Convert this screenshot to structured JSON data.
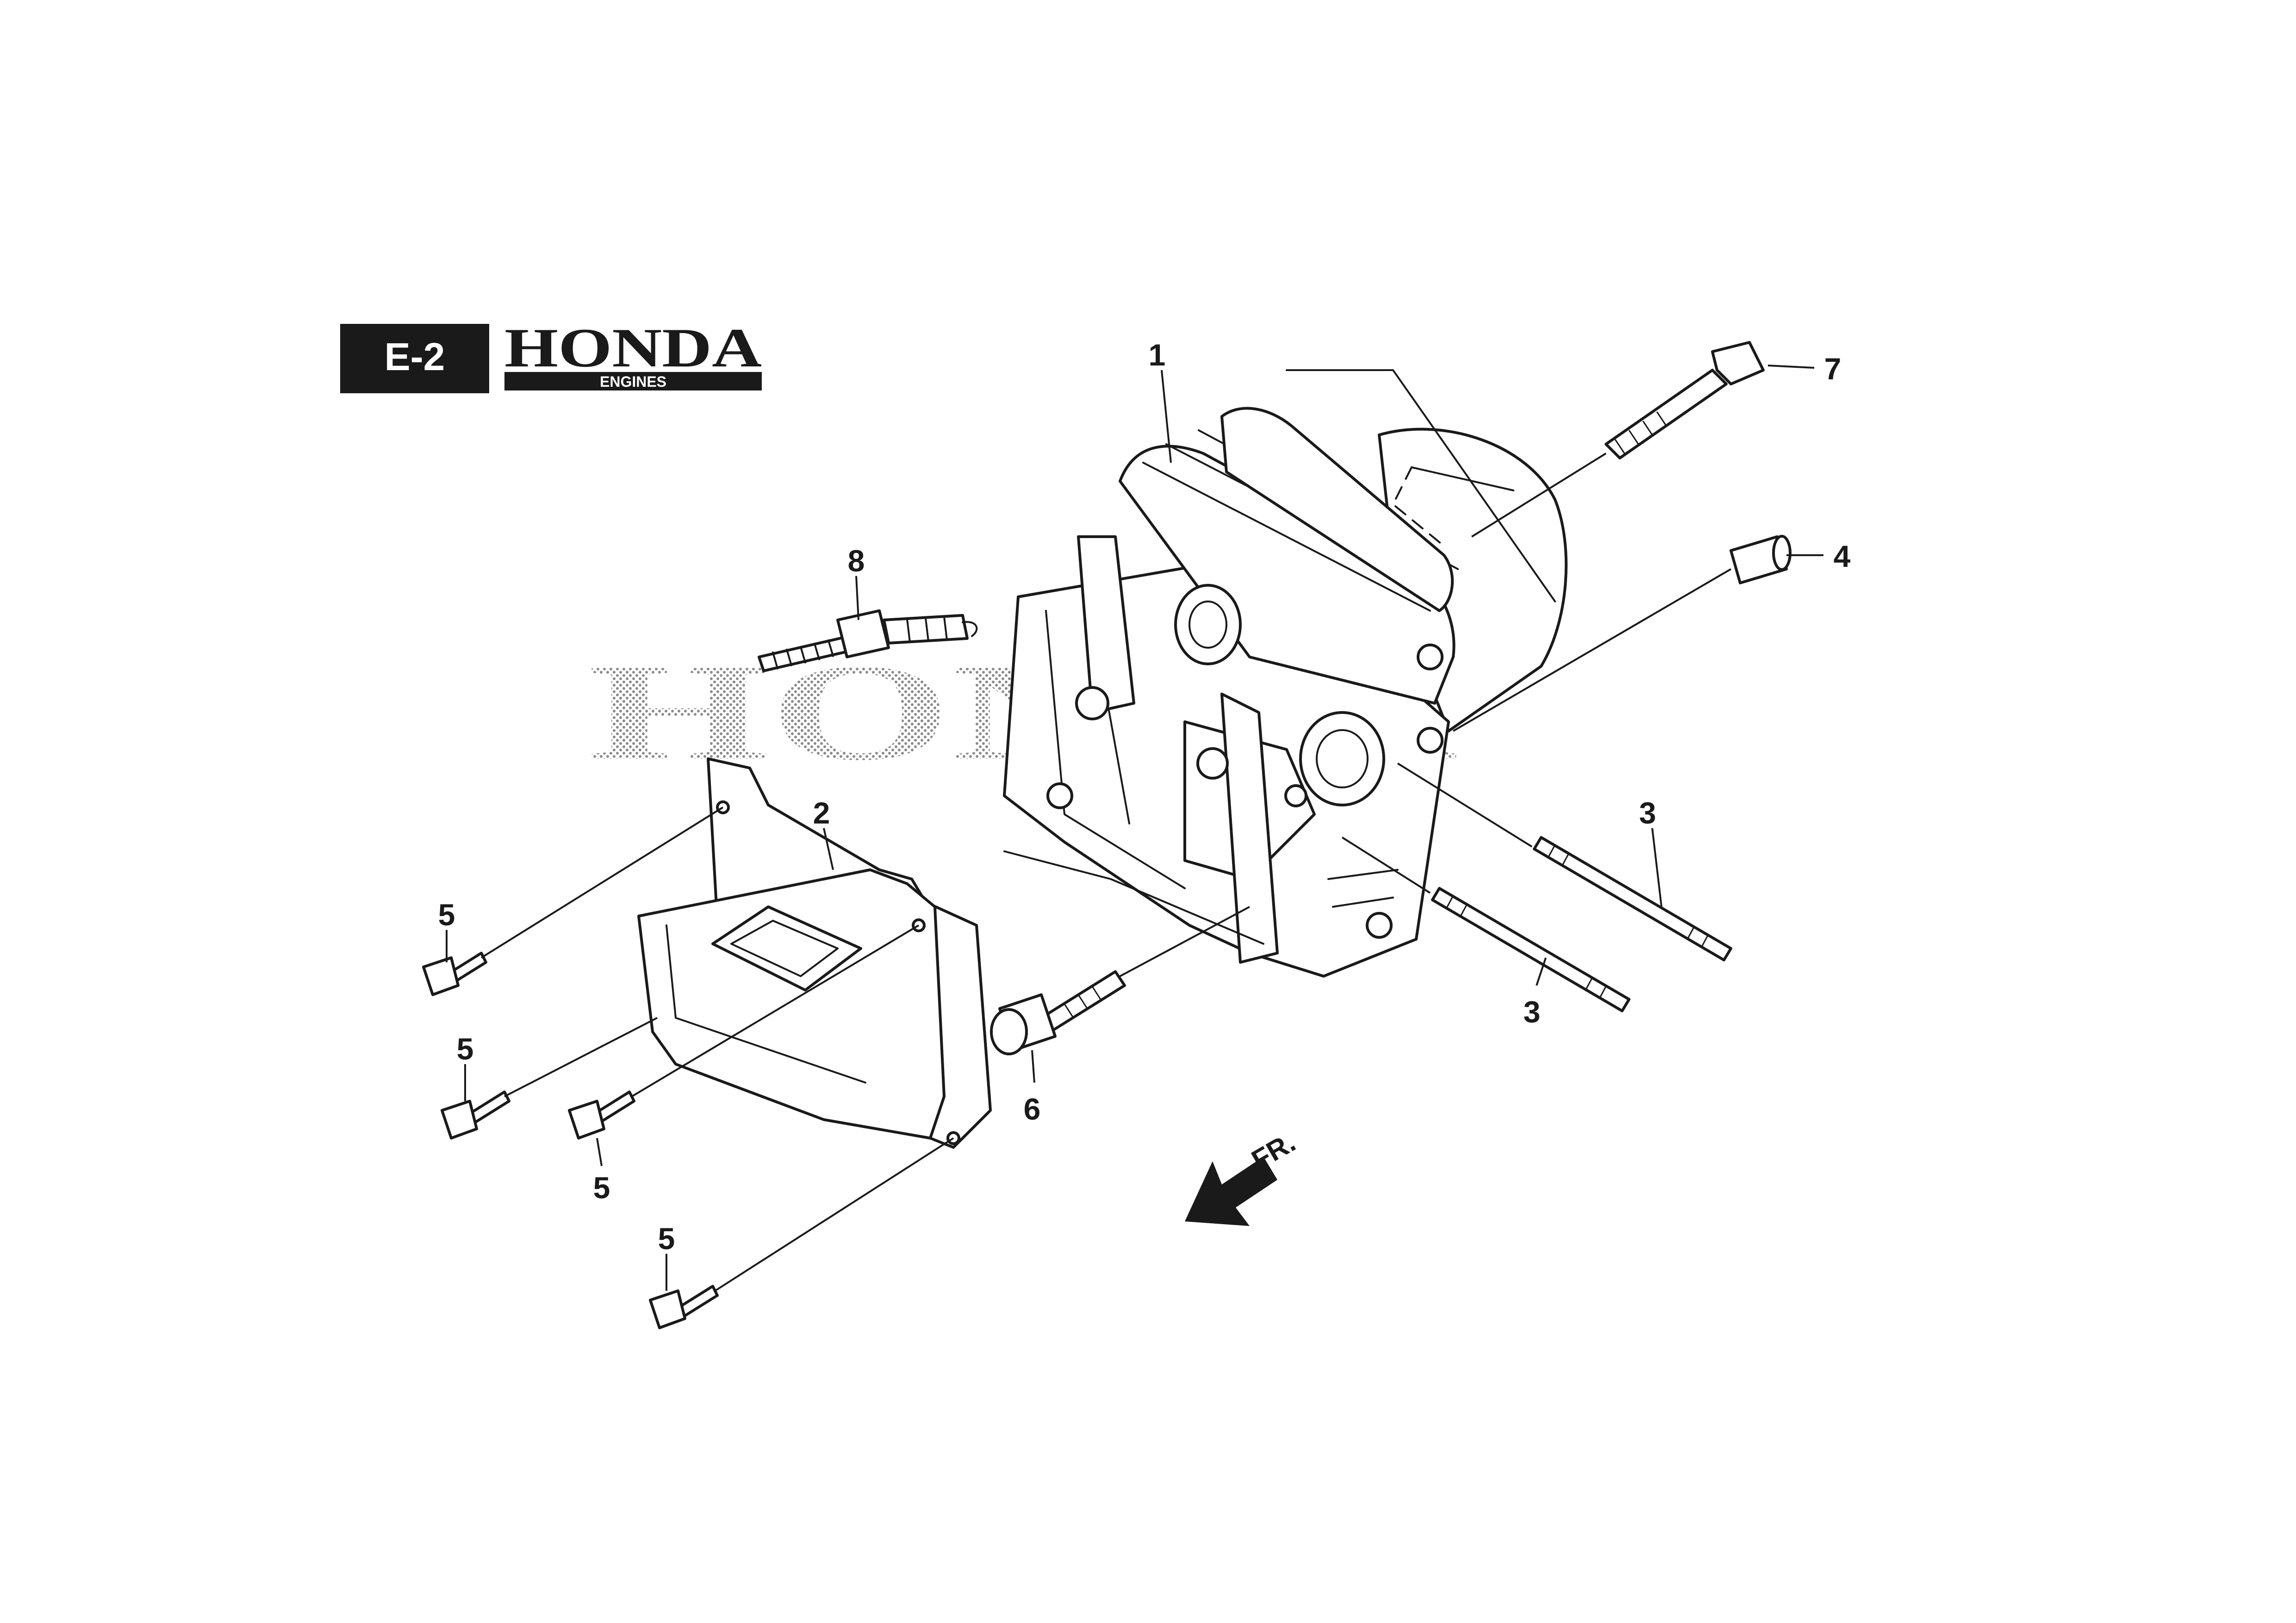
{
  "header": {
    "section_code": "E-2",
    "brand_name": "HONDA",
    "brand_subtitle": "ENGINES"
  },
  "watermark": {
    "text": "HONDA"
  },
  "direction_indicator": {
    "label": "FR."
  },
  "callouts": [
    {
      "id": "callout-1",
      "label": "1"
    },
    {
      "id": "callout-2",
      "label": "2"
    },
    {
      "id": "callout-3a",
      "label": "3"
    },
    {
      "id": "callout-3b",
      "label": "3"
    },
    {
      "id": "callout-4",
      "label": "4"
    },
    {
      "id": "callout-5a",
      "label": "5"
    },
    {
      "id": "callout-5b",
      "label": "5"
    },
    {
      "id": "callout-5c",
      "label": "5"
    },
    {
      "id": "callout-5d",
      "label": "5"
    },
    {
      "id": "callout-6",
      "label": "6"
    },
    {
      "id": "callout-7",
      "label": "7"
    },
    {
      "id": "callout-8",
      "label": "8"
    }
  ],
  "colors": {
    "ink": "#1a1a1a",
    "header_bg": "#1a1a1a",
    "header_text": "#ffffff",
    "watermark": "#9a9a9a"
  }
}
